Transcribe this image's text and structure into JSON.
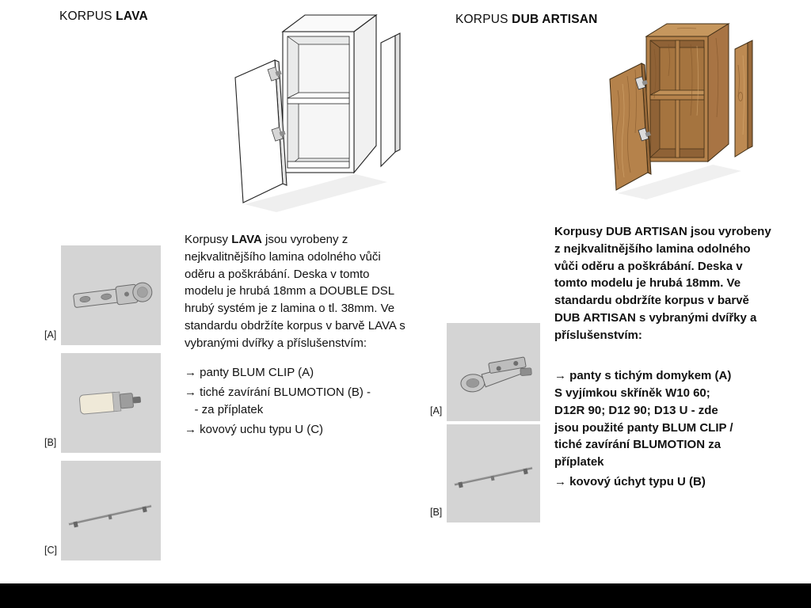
{
  "colors": {
    "panel-gray": "#d4d4d4",
    "wood": "#b5824b",
    "wood-dark": "#8f6236",
    "wood-light": "#c6975e",
    "line": "#222222",
    "bottom-bar": "#000000"
  },
  "left": {
    "title": {
      "prefix": "KORPUS ",
      "name": "LAVA"
    },
    "paragraph": {
      "before": "Korpusy ",
      "bold": "LAVA",
      "after": " jsou vyrobeny z nejkvalitnějšího lamina odolného vůči oděru a poškrábání. Deska v tomto modelu je hrubá 18mm a DOUBLE DSL hrubý systém je z lamina o tl. 38mm. Ve standardu obdržíte korpus v barvě LAVA s vybranými dvířky a příslušenstvím:"
    },
    "bullets": [
      "→ panty BLUM CLIP (A)",
      "→ tiché zavírání BLUMOTION (B) -\n   - za příplatek",
      "→ kovový uchu typu U (C)"
    ],
    "hardware": [
      {
        "label": "[A]",
        "item": "blum-clip-hinge"
      },
      {
        "label": "[B]",
        "item": "blumotion-damper"
      },
      {
        "label": "[C]",
        "item": "u-handle-rail"
      }
    ]
  },
  "right": {
    "title": {
      "prefix": "KORPUS ",
      "name": "DUB ARTISAN"
    },
    "paragraph": {
      "before": "Korpusy ",
      "bold": "DUB ARTISAN",
      "after": " jsou vyrobeny z nejkvalitnějšího lamina odolného vůči oděru a poškrábání. Deska v tomto modelu je hrubá 18mm. Ve standardu obdržíte korpus v barvě DUB ARTISAN s vybranými dvířky a příslušenstvím:"
    },
    "bullets": [
      "→ panty s tichým domykem (A)\nS vyjímkou skříněk W10 60;\nD12R 90; D12 90; D13 U - zde\njsou použité panty BLUM CLIP /\ntiché zavírání BLUMOTION za\npříplatek",
      "→ kovový úchyt typu U (B)"
    ],
    "hardware": [
      {
        "label": "[A]",
        "item": "soft-close-hinge"
      },
      {
        "label": "[B]",
        "item": "u-handle-rail"
      }
    ]
  }
}
